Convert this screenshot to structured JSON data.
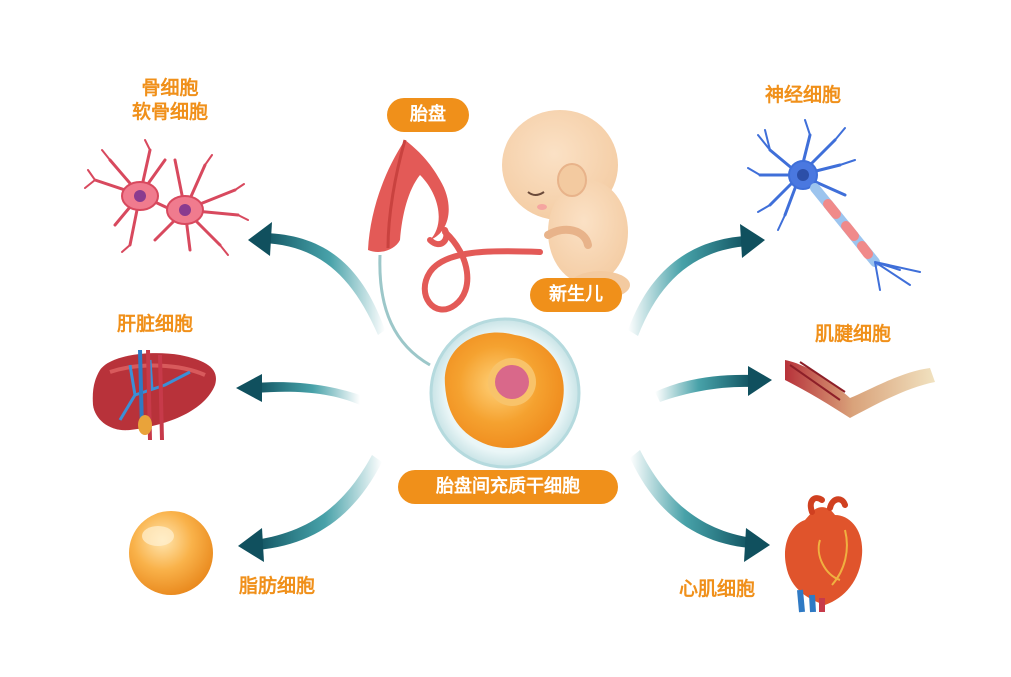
{
  "center": {
    "placenta_label": "胎盘",
    "newborn_label": "新生儿",
    "stem_cell_label": "胎盘间充质干细胞"
  },
  "targets": {
    "bone": {
      "line1": "骨细胞",
      "line2": "软骨细胞"
    },
    "liver": "肝脏细胞",
    "fat": "脂肪细胞",
    "nerve": "神经细胞",
    "tendon": "肌腱细胞",
    "heart": "心肌细胞"
  },
  "colors": {
    "label_orange": "#f0901a",
    "arrow_teal": "#1a8a93",
    "arrow_dark": "#10505e",
    "placenta_red": "#e35a57",
    "cell_orange": "#f39a2b",
    "nucleus_pink": "#d9688a"
  }
}
